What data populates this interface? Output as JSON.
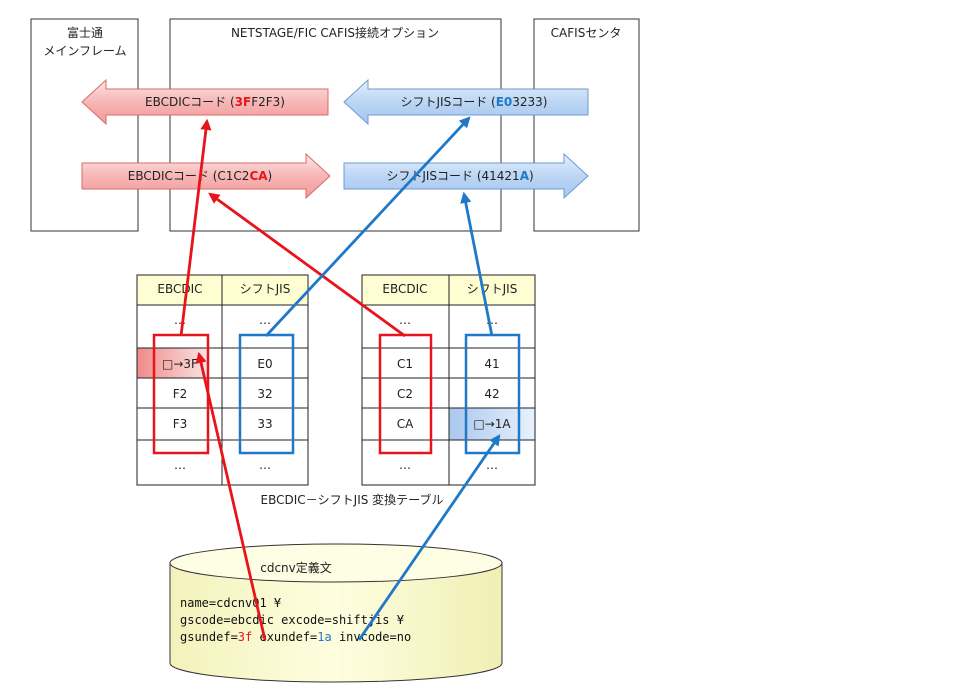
{
  "systems": {
    "mainframe": {
      "line1": "富士通",
      "line2": "メインフレーム"
    },
    "option": "NETSTAGE/FIC CAFIS接続オプション",
    "cafis": "CAFISセンタ"
  },
  "arrows": {
    "top_red": {
      "prefix": "EBCDICコード (",
      "hl": "3F",
      "rest": "F2F3)"
    },
    "bottom_red": {
      "prefix": "EBCDICコード (C1C2",
      "hl": "CA",
      "rest": ")"
    },
    "top_blue": {
      "prefix": "シフトJISコード (",
      "hl": "E0",
      "rest": "3233)"
    },
    "bottom_blue": {
      "prefix": "シフトJISコード (41421",
      "hl": "A",
      "rest": ")"
    }
  },
  "table1": {
    "headers": [
      "EBCDIC",
      "シフトJIS"
    ],
    "rows": [
      [
        "…",
        "…"
      ],
      [
        "□→3F",
        "E0"
      ],
      [
        "F2",
        "32"
      ],
      [
        "F3",
        "33"
      ],
      [
        "…",
        "…"
      ]
    ]
  },
  "table2": {
    "headers": [
      "EBCDIC",
      "シフトJIS"
    ],
    "rows": [
      [
        "…",
        "…"
      ],
      [
        "C1",
        "41"
      ],
      [
        "C2",
        "42"
      ],
      [
        "CA",
        "□→1A"
      ],
      [
        "…",
        "…"
      ]
    ]
  },
  "table_caption": "EBCDIC－シフトJIS 変換テーブル",
  "cdcnv": {
    "title": "cdcnv定義文",
    "line1": "name=cdcnv01 ¥",
    "line2": " gscode=ebcdic excode=shiftjis ¥",
    "line3a": " gsundef=",
    "line3b": "3f",
    "line3c": " exundef=",
    "line3d": "1a",
    "line3e": " invcode=no"
  },
  "colors": {
    "red": "#e8141c",
    "blue": "#1f78c8",
    "table_header": "#fefed2",
    "cylinder": "#fefed2"
  }
}
